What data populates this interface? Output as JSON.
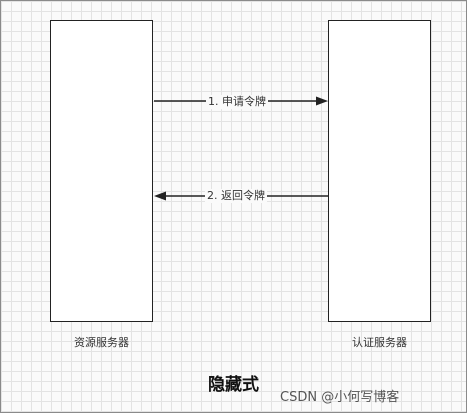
{
  "nodes": {
    "resource_server": "资源服务器",
    "auth_server": "认证服务器"
  },
  "edges": {
    "step1": "1. 申请令牌",
    "step2": "2. 返回令牌"
  },
  "title": "隐藏式",
  "watermark": "CSDN @小何写博客"
}
